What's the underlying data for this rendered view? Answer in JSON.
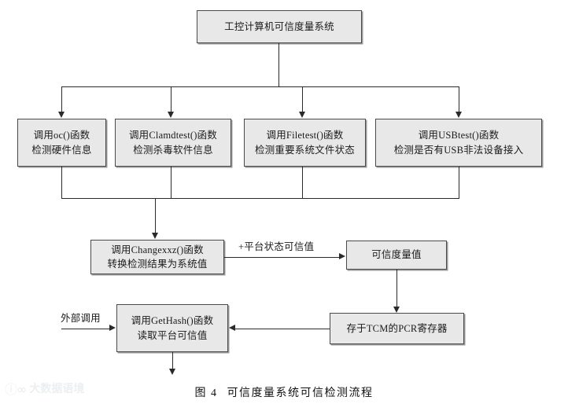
{
  "figure": {
    "caption_number": "图 4",
    "caption_text": "可信度量系统可信检测流程"
  },
  "watermark": {
    "mark": "ⓘ∞",
    "text": "大数据语境"
  },
  "diagram": {
    "type": "flowchart",
    "root": {
      "id": "root-system",
      "label": "工控计算机可信度量系统"
    },
    "detectors": [
      {
        "id": "detector-oc",
        "line1": "调用oc()函数",
        "line2": "检测硬件信息"
      },
      {
        "id": "detector-clamdtest",
        "line1": "调用Clamdtest()函数",
        "line2": "检测杀毒软件信息"
      },
      {
        "id": "detector-filetest",
        "line1": "调用Filetest()函数",
        "line2": "检测重要系统文件状态"
      },
      {
        "id": "detector-usbtest",
        "line1": "调用USBtest()函数",
        "line2": "检测是否有USB非法设备接入"
      }
    ],
    "convert": {
      "id": "convert-changexxz",
      "line1": "调用Changexxz()函数",
      "line2": "转换检测结果为系统值"
    },
    "measure_value": {
      "id": "measure-value",
      "label": "可信度量值"
    },
    "storage": {
      "id": "storage-pcr",
      "label": "存于TCM的PCR寄存器"
    },
    "gethash": {
      "id": "gethash",
      "line1": "调用GetHash()函数",
      "line2": "读取平台可信值"
    },
    "edge_labels": {
      "platform_trust": "+平台状态可信值",
      "external_call": "外部调用"
    },
    "colors": {
      "node_fill": "#e8e8e8",
      "node_border": "#4a4a4a",
      "node_shadow": "#9a9a9a",
      "line": "#2a2a2a",
      "text": "#1a1a1a",
      "background": "#ffffff"
    }
  }
}
